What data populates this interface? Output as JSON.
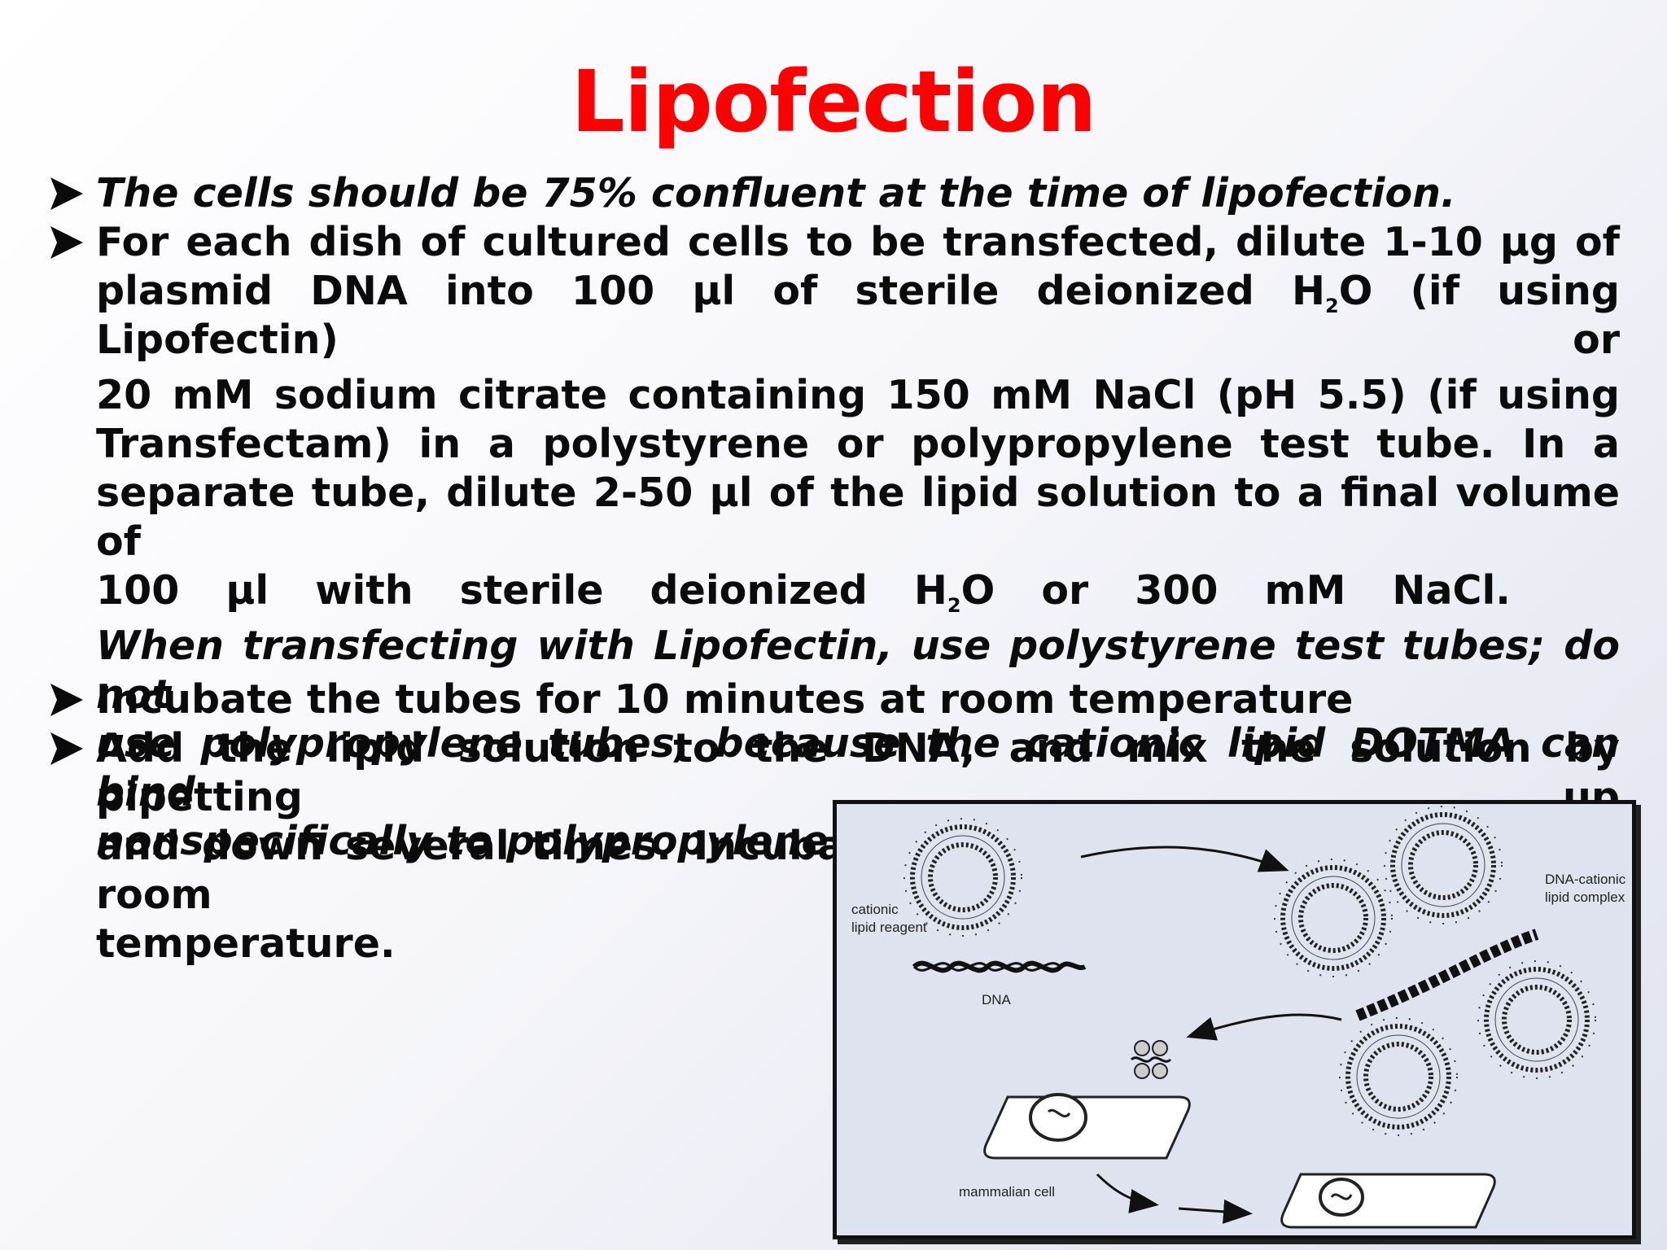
{
  "slide": {
    "title": "Lipofection",
    "title_color": "#ff0000",
    "bullets": [
      {
        "text": "The cells should be 75% confluent at the time of lipofection."
      },
      {
        "lines": [
          "For each dish of cultured cells to be transfected, dilute 1-10 μg of",
          "plasmid DNA into 100 μl of sterile deionized H",
          "O (if using Lipofectin) or",
          "20 mM sodium citrate containing 150 mM NaCl (pH 5.5) (if using",
          "Transfectam) in a polystyrene or polypropylene test tube. In a",
          "separate tube, dilute 2-50 μl of the lipid solution to a final volume of",
          "100 μl with sterile deionized H",
          "O or 300 mM NaCl."
        ],
        "subscript": "2",
        "note_lines": [
          "When transfecting with Lipofectin, use polystyrene test tubes; do not",
          "use polypropylene tubes, because the cationic lipid DOTMA can bind",
          "nonspecifically to polypropylene"
        ]
      },
      {
        "text": "Incubate the tubes for 10 minutes at room temperature"
      },
      {
        "lines": [
          "Add the lipid solution to the DNA, and mix the solution by pipetting up",
          "and down several times. Incubate the mixture for 10 minutes at room",
          "temperature."
        ]
      }
    ]
  },
  "figure": {
    "labels": {
      "cationic_1": "cationic",
      "cationic_2": "lipid reagent",
      "dna": "DNA",
      "complex_1": "DNA-cationic",
      "complex_2": "lipid complex",
      "cell": "mammalian cell"
    }
  }
}
